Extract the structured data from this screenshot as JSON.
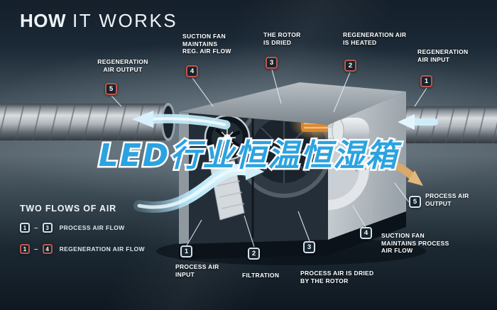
{
  "title": {
    "primary": "HOW",
    "secondary": "IT WORKS"
  },
  "watermark": "LED行业恒温恒湿箱",
  "callouts": [
    {
      "num": "5",
      "label": "REGENERATION\nAIR OUTPUT",
      "flow": "regeneration"
    },
    {
      "num": "4",
      "label": "SUCTION FAN\nMAINTAINS\nREG. AIR FLOW",
      "flow": "regeneration"
    },
    {
      "num": "3",
      "label": "THE ROTOR\nIS DRIED",
      "flow": "regeneration"
    },
    {
      "num": "2",
      "label": "REGENERATION AIR\nIS HEATED",
      "flow": "regeneration"
    },
    {
      "num": "1",
      "label": "REGENERATION\nAIR INPUT",
      "flow": "regeneration"
    },
    {
      "num": "1",
      "label": "PROCESS AIR\nINPUT",
      "flow": "process"
    },
    {
      "num": "2",
      "label": "FILTRATION",
      "flow": "process"
    },
    {
      "num": "3",
      "label": "PROCESS AIR IS DRIED\nBY THE ROTOR",
      "flow": "process"
    },
    {
      "num": "4",
      "label": "SUCTION FAN\nMAINTAINS PROCESS\nAIR FLOW",
      "flow": "process"
    },
    {
      "num": "5",
      "label": "PROCESS AIR\nOUTPUT",
      "flow": "process"
    }
  ],
  "legend": {
    "heading": "TWO FLOWS OF AIR",
    "rows": [
      {
        "start": "1",
        "separator": "–",
        "end": "3",
        "label": "PROCESS AIR FLOW",
        "flow": "process"
      },
      {
        "start": "1",
        "separator": "–",
        "end": "4",
        "label": "REGENERATION AIR FLOW",
        "flow": "regeneration"
      }
    ]
  },
  "colors": {
    "accent_blue": "#2ba3e0",
    "regen_red": "#c0564a",
    "process_light": "#d6e1e9",
    "heater_orange": "#d8872f",
    "background_navy": "#141f2a"
  }
}
